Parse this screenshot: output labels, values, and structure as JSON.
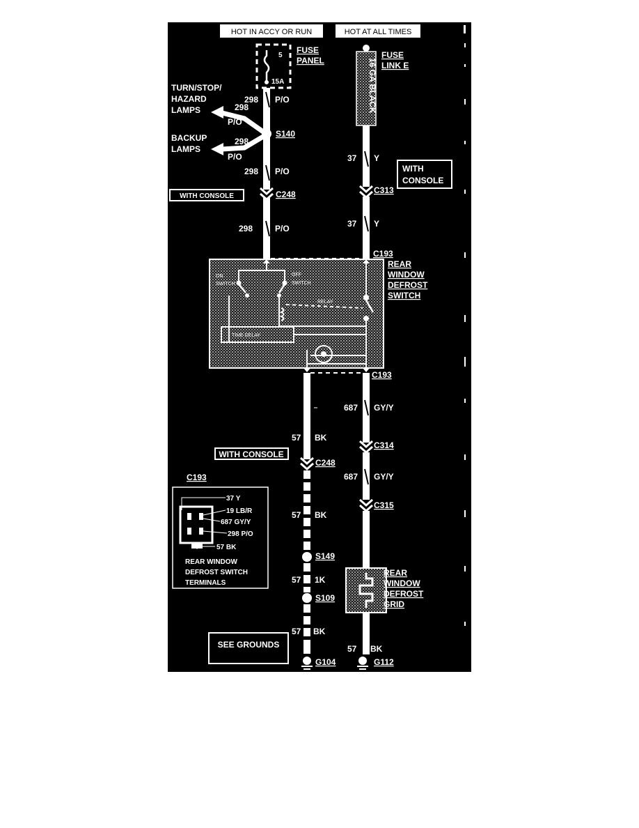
{
  "power": {
    "hot_accy_run": "HOT IN ACCY OR RUN",
    "hot_all_times": "HOT AT ALL TIMES"
  },
  "fuse_panel": {
    "label_line1": "FUSE",
    "label_line2": "PANEL",
    "fuse_number": "5",
    "fuse_rating": "15A"
  },
  "fuse_link": {
    "label_line1": "FUSE",
    "label_line2": "LINK E",
    "wire": "16 GA BLACK"
  },
  "branches": {
    "turn_line1": "TURN/STOP/",
    "turn_line2": "HAZARD",
    "turn_line3": "LAMPS",
    "backup_line1": "BACKUP",
    "backup_line2": "LAMPS"
  },
  "splices": {
    "s140": "S140",
    "s149": "S149",
    "s109": "S109"
  },
  "connectors": {
    "c248_top": "C248",
    "c248_bottom": "C248",
    "c313": "C313",
    "c193_top": "C193",
    "c193_bottom": "C193",
    "c314": "C314",
    "c315": "C315"
  },
  "options": {
    "with_console_1": "WITH CONSOLE",
    "with_console_2_line1": "WITH",
    "with_console_2_line2": "CONSOLE",
    "with_console_3": "WITH CONSOLE"
  },
  "wires": {
    "c298": "298",
    "po": "P/O",
    "c37": "37",
    "y": "Y",
    "c687": "687",
    "gyy": "GY/Y",
    "c57": "57",
    "bk": "BK",
    "bk_1k": "1K"
  },
  "switch": {
    "label_line1": "REAR",
    "label_line2": "WINDOW",
    "label_line3": "DEFROST",
    "label_line4": "SWITCH",
    "on_line1": "ON",
    "on_line2": "SWITCH",
    "off_line1": "OFF",
    "off_line2": "SWITCH",
    "relay": "RELAY",
    "time_delay": "TIME DELAY"
  },
  "grid": {
    "label_line1": "REAR",
    "label_line2": "WINDOW",
    "label_line3": "DEFROST",
    "label_line4": "GRID"
  },
  "connector_view": {
    "title": "C193",
    "pin1": "37 Y",
    "pin2": "19 LB/R",
    "pin3": "687 GY/Y",
    "pin4": "298 P/O",
    "pin5": "57 BK",
    "caption_line1": "REAR WINDOW",
    "caption_line2": "DEFROST SWITCH",
    "caption_line3": "TERMINALS"
  },
  "grounds": {
    "see_grounds": "SEE GROUNDS",
    "g104": "G104",
    "g112": "G112"
  }
}
